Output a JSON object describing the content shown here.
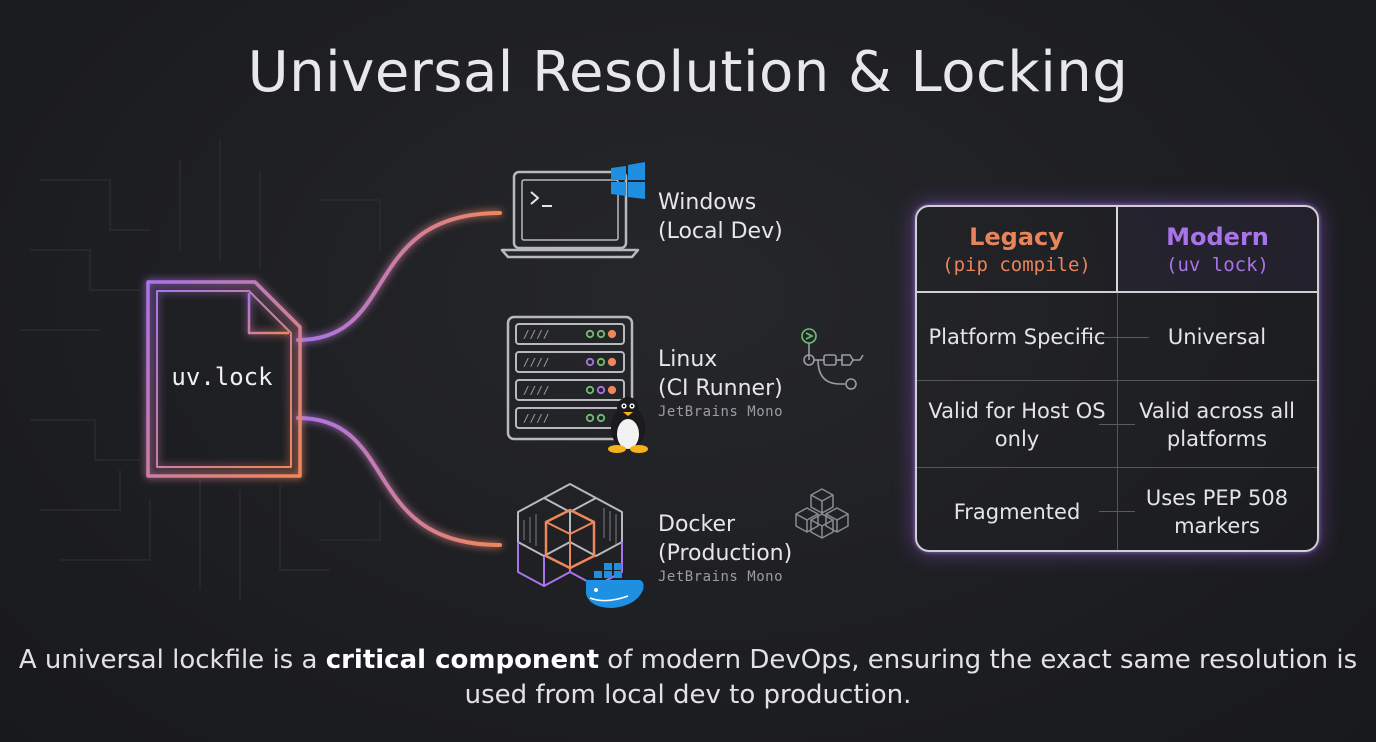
{
  "title": "Universal Resolution & Locking",
  "source_file": {
    "label": "uv.lock",
    "icon": "file-icon"
  },
  "targets": [
    {
      "line1": "Windows",
      "line2": "(Local Dev)",
      "note": "",
      "icon": "laptop-terminal-icon",
      "badge": "windows-logo-icon"
    },
    {
      "line1": "Linux",
      "line2": "(CI Runner)",
      "note": "JetBrains Mono",
      "icon": "server-rack-icon",
      "badge": "tux-penguin-icon",
      "side_icon": "git-pipeline-icon"
    },
    {
      "line1": "Docker",
      "line2": "(Production)",
      "note": "JetBrains Mono",
      "icon": "container-stack-icon",
      "badge": "docker-whale-icon",
      "side_icon": "cubes-icon"
    }
  ],
  "comparison": {
    "legacy": {
      "title": "Legacy",
      "subtitle": "(pip compile)"
    },
    "modern": {
      "title": "Modern",
      "subtitle": "(uv lock)"
    },
    "rows": [
      {
        "legacy": "Platform Specific",
        "modern": "Universal"
      },
      {
        "legacy": "Valid for Host OS only",
        "modern": "Valid across all platforms"
      },
      {
        "legacy": "Fragmented",
        "modern": "Uses PEP 508 markers"
      }
    ]
  },
  "caption": {
    "before": "A universal lockfile is a ",
    "bold": "critical component",
    "after": " of modern DevOps, ensuring the exact same resolution is used from local dev to production."
  },
  "colors": {
    "background": "#1d1e22",
    "orange": "#f0875a",
    "purple": "#a974ea",
    "text": "#e6e6e8",
    "windows_blue": "#1e8fe1"
  }
}
